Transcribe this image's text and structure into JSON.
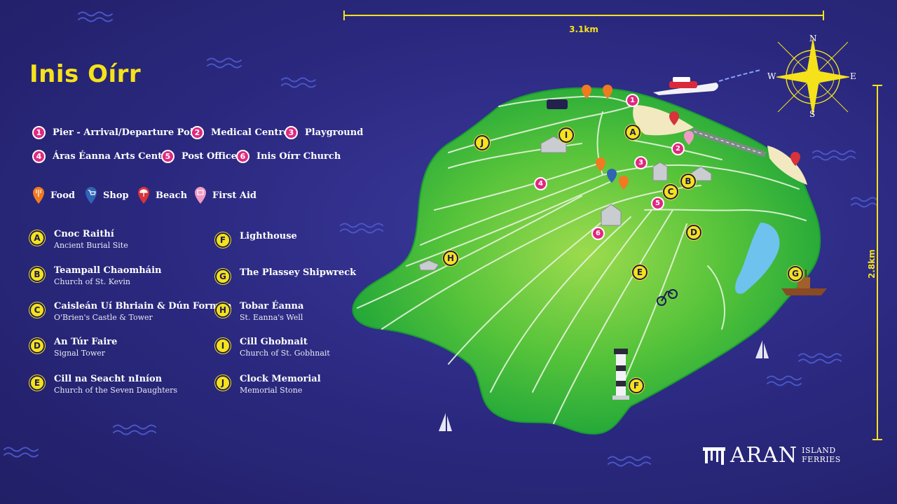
{
  "title": "Inis Oírr",
  "scale": {
    "horizontal": "3.1km",
    "vertical": "2.8km"
  },
  "compass": {
    "n": "N",
    "e": "E",
    "s": "S",
    "w": "W"
  },
  "amenities": [
    {
      "num": "1",
      "label": "Pier - Arrival/Departure Point"
    },
    {
      "num": "2",
      "label": "Medical Centre"
    },
    {
      "num": "3",
      "label": "Playground"
    },
    {
      "num": "4",
      "label": "Áras Éanna Arts Centre"
    },
    {
      "num": "5",
      "label": "Post Office"
    },
    {
      "num": "6",
      "label": "Inis Oírr Church"
    }
  ],
  "pin_legend": [
    {
      "label": "Food",
      "color": "#f07a21"
    },
    {
      "label": "Shop",
      "color": "#2f64b6"
    },
    {
      "label": "Beach",
      "color": "#d8323a"
    },
    {
      "label": "First Aid",
      "color": "#f39ac4"
    }
  ],
  "sites": [
    {
      "letter": "A",
      "name": "Cnoc Raithí",
      "sub": "Ancient Burial Site"
    },
    {
      "letter": "B",
      "name": "Teampall Chaomháin",
      "sub": "Church of St. Kevin"
    },
    {
      "letter": "C",
      "name": "Caisleán Uí Bhriain & Dún Formna",
      "sub": "O'Brien's Castle & Tower"
    },
    {
      "letter": "D",
      "name": "An Túr Faire",
      "sub": "Signal Tower"
    },
    {
      "letter": "E",
      "name": "Cill na Seacht nIníon",
      "sub": "Church of the Seven Daughters"
    },
    {
      "letter": "F",
      "name": "Lighthouse",
      "sub": ""
    },
    {
      "letter": "G",
      "name": "The Plassey Shipwreck",
      "sub": ""
    },
    {
      "letter": "H",
      "name": "Tobar Éanna",
      "sub": "St. Eanna's Well"
    },
    {
      "letter": "I",
      "name": "Cill Ghobnait",
      "sub": "Church of St. Gobhnait"
    },
    {
      "letter": "J",
      "name": "Clock Memorial",
      "sub": "Memorial Stone"
    }
  ],
  "map_labels": {
    "letters": [
      "A",
      "B",
      "C",
      "D",
      "E",
      "F",
      "G",
      "H",
      "I",
      "J"
    ],
    "numbers": [
      "1",
      "2",
      "3",
      "4",
      "5",
      "6"
    ]
  },
  "brand": {
    "main": "ARAN",
    "line1": "ISLAND",
    "line2": "FERRIES"
  },
  "colors": {
    "sea": "#2c2a82",
    "island": "#33b837",
    "island_light": "#8fd94a",
    "accent_yellow": "#f5e21b",
    "badge_pink": "#e0287f"
  }
}
